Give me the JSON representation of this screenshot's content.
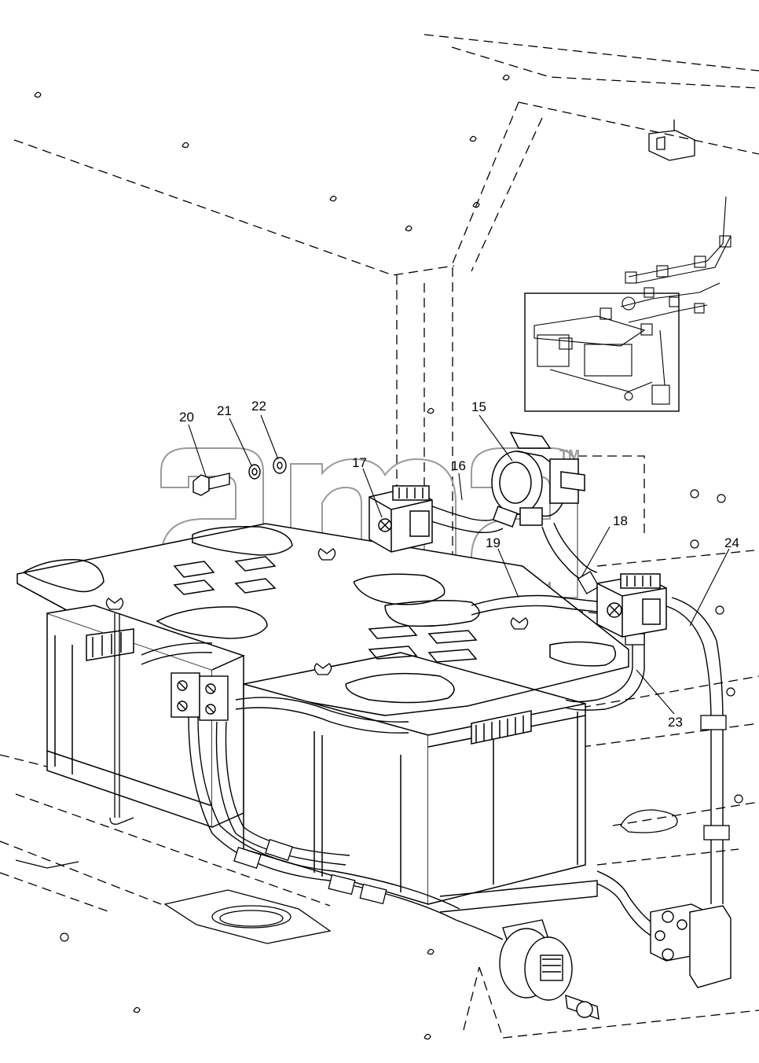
{
  "diagram": {
    "callouts": [
      {
        "id": "c15",
        "label": "15"
      },
      {
        "id": "c16",
        "label": "16"
      },
      {
        "id": "c17",
        "label": "17"
      },
      {
        "id": "c18",
        "label": "18"
      },
      {
        "id": "c19",
        "label": "19"
      },
      {
        "id": "c20",
        "label": "20"
      },
      {
        "id": "c21",
        "label": "21"
      },
      {
        "id": "c22",
        "label": "22"
      },
      {
        "id": "c23",
        "label": "23"
      },
      {
        "id": "c24",
        "label": "24"
      }
    ],
    "watermark": {
      "text": "ama",
      "tm": "TM"
    },
    "colors": {
      "line": "#000000",
      "watermark": "#9a9a9a",
      "background": "#ffffff"
    }
  }
}
